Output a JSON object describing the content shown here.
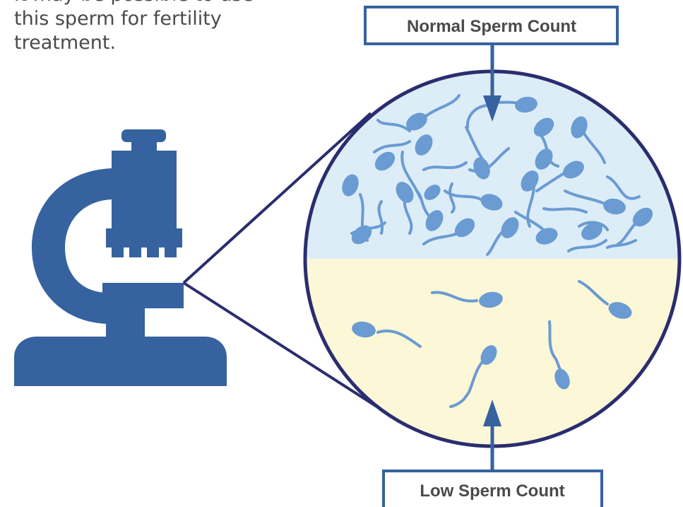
{
  "caption": {
    "lines": [
      "it may be possible to use",
      "this sperm for fertility",
      "treatment."
    ]
  },
  "labels": {
    "normal": "Normal Sperm Count",
    "low": "Low Sperm Count"
  },
  "colors": {
    "microscope": "#3662a0",
    "outline": "#2a2d6e",
    "normal_bg": "#dcedf8",
    "low_bg": "#fcf7d6",
    "sperm": "#6a9bd2",
    "label_border": "#3662a0",
    "arrow": "#3662a0"
  },
  "icons": {
    "microscope": "microscope-icon"
  }
}
